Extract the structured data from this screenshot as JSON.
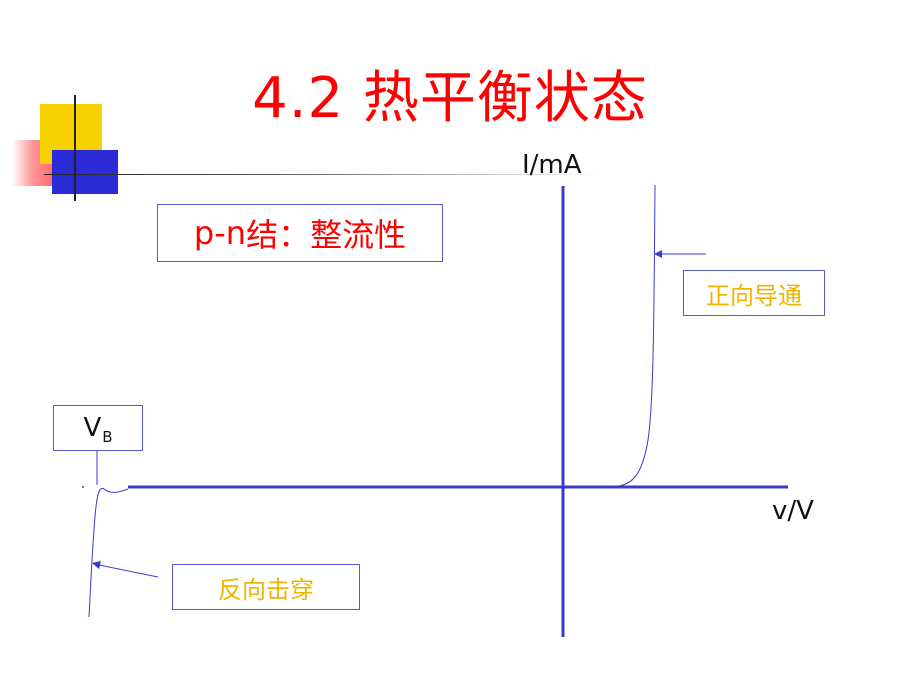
{
  "title": "4.2 热平衡状态",
  "pn_box": {
    "prefix": "p-n",
    "suffix": "结：整流性"
  },
  "forward_label": "正向导通",
  "reverse_label": "反向击穿",
  "vb_label": {
    "main": "V",
    "sub": "B"
  },
  "y_axis_label": "I/mA",
  "x_axis_label": "v/V",
  "colors": {
    "title": "#ff0000",
    "axis": "#3a3ad0",
    "callout_text": "#f0b400",
    "box_border": "#5a5acb"
  }
}
